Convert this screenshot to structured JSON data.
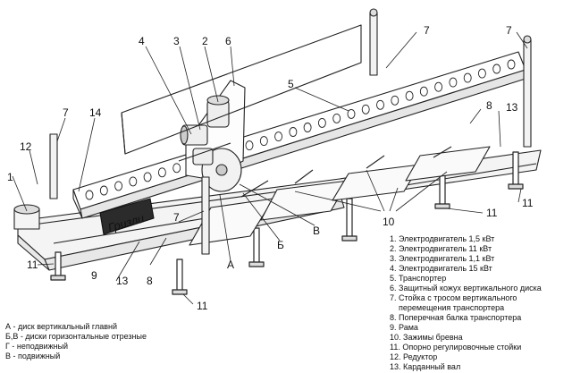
{
  "brand_label": "Гризли",
  "callouts": {
    "c1": "1",
    "c2": "2",
    "c3": "3",
    "c4": "4",
    "c5": "5",
    "c6": "6",
    "c7a": "7",
    "c7b": "7",
    "c7c": "7",
    "c7d": "7",
    "c8a": "8",
    "c8b": "8",
    "c9": "9",
    "c10": "10",
    "c11a": "11",
    "c11b": "11",
    "c11c": "11",
    "c11d": "11",
    "c12": "12",
    "c13a": "13",
    "c13b": "13",
    "c14": "14",
    "cA": "А",
    "cB1": "Б",
    "cB2": "В"
  },
  "legend_right": [
    "1. Электродвигатель 1,5 кВт",
    "2. Электродвигатель 11 кВт",
    "3. Электродвигатель 1,1 кВт",
    "4. Электродвигатель 15 кВт",
    "5. Транспортер",
    "6. Защитный кожух вертикального диска",
    "7. Стойка с тросом вертикального",
    "    перемещения транспортера",
    "8. Поперечная балка транспортера",
    "9. Рама",
    "10. Зажимы бревна",
    "11. Опорно регулировочные стойки",
    "12. Редуктор",
    "13. Карданный вал"
  ],
  "legend_left": [
    "А - диск вертикальный главнй",
    "Б,В - диски горизонтальные отрезные",
    "Г - неподвижный",
    "В - подвижный"
  ]
}
